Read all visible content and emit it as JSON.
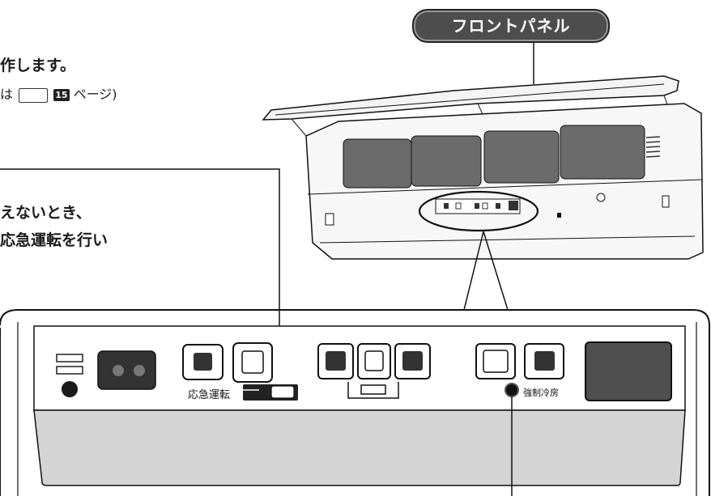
{
  "callouts": {
    "front_panel": "フロントパネル",
    "instruction_line1": "作します。",
    "instruction_line2_prefix": "は",
    "instruction_line2_page": "15",
    "instruction_line2_suffix": "ページ)",
    "emergency_line1": "えないとき、",
    "emergency_line2": "応急運転を行い"
  },
  "panel": {
    "emergency_label": "応急運転",
    "forced_cooling_label": "強制冷房"
  },
  "colors": {
    "tag_bg": "#4d4d4d",
    "filter_gray": "#6b6b6b",
    "panel_bottom": "#d4d4d4"
  }
}
